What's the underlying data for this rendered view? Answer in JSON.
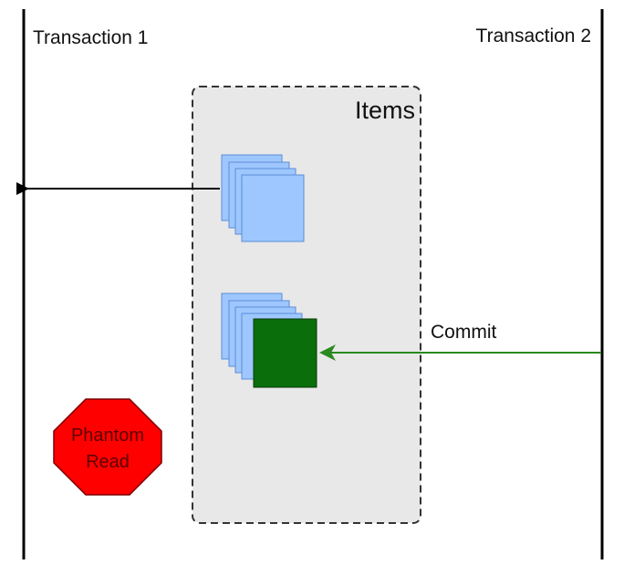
{
  "diagram": {
    "transaction_1": {
      "label": "Transaction 1"
    },
    "transaction_2": {
      "label": "Transaction 2"
    },
    "items_group": {
      "label": "Items"
    },
    "commit_arrow": {
      "label": "Commit",
      "color": "#2a8a1e"
    },
    "read_arrow": {
      "color": "#000000"
    },
    "warning_sign": {
      "line1": "Phantom",
      "line2": "Read",
      "fill": "#ff0000",
      "text_color": "#5c0000"
    },
    "item_colors": {
      "existing": "#9ec7ff",
      "new": "#0a6e0a"
    }
  }
}
